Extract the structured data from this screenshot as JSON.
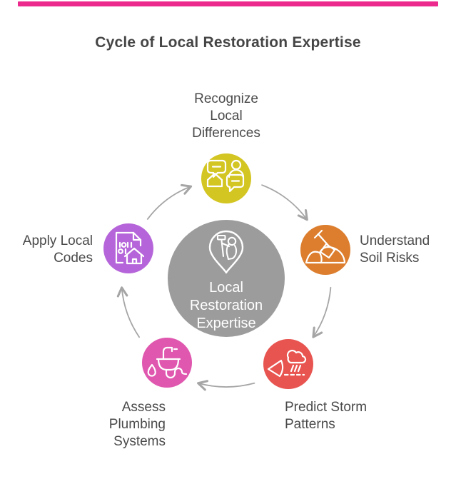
{
  "title": "Cycle of Local Restoration Expertise",
  "center": {
    "label": "Local\nRestoration\nExpertise",
    "color": "#9c9c9c",
    "icon": "restoration-pin-icon"
  },
  "nodes": [
    {
      "label": "Recognize\nLocal\nDifferences",
      "color": "#d3c522",
      "icon": "community-chat-icon",
      "position": "top"
    },
    {
      "label": "Understand\nSoil Risks",
      "color": "#dc7e2e",
      "icon": "shovel-soil-icon",
      "position": "right"
    },
    {
      "label": "Predict Storm\nPatterns",
      "color": "#e85450",
      "icon": "storm-cloud-icon",
      "position": "bottom-right"
    },
    {
      "label": "Assess\nPlumbing\nSystems",
      "color": "#df57ae",
      "icon": "plumbing-sink-icon",
      "position": "bottom-left"
    },
    {
      "label": "Apply Local\nCodes",
      "color": "#b565d9",
      "icon": "building-codes-icon",
      "position": "left"
    }
  ],
  "colors": {
    "top_accent_bar": "#ec2a8e",
    "arrow": "#a5a5a5",
    "title_text": "#454545",
    "label_text": "#4a4a4a",
    "icon_stroke": "#ffffff"
  }
}
